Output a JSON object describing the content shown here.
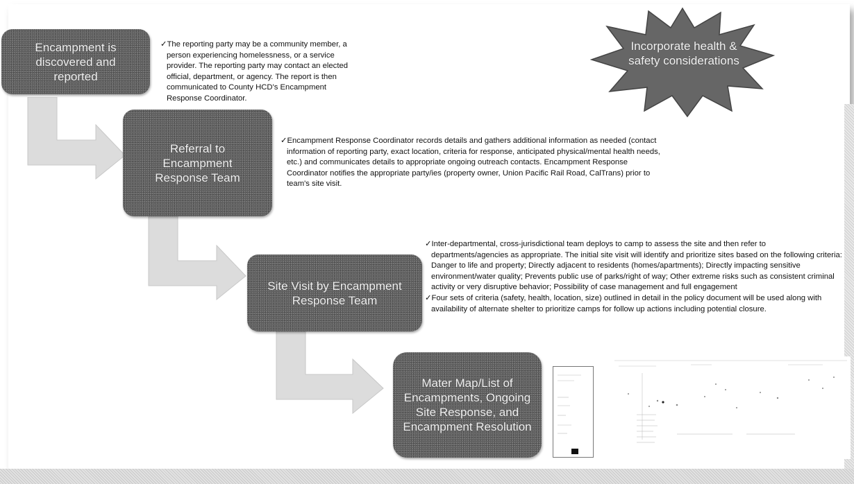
{
  "steps": [
    {
      "label": "Encampment is discovered and reported"
    },
    {
      "label": "Referral to Encampment Response Team"
    },
    {
      "label": "Site Visit by Encampment Response Team"
    },
    {
      "label": "Mater Map/List of Encampments, Ongoing Site Response, and Encampment Resolution"
    }
  ],
  "descriptions": {
    "step1": "✓The reporting party may be a community member, a person experiencing homelessness, or a service provider. The reporting party may contact an elected official, department, or agency. The report is then communicated to County HCD's Encampment Response Coordinator.",
    "step2": "✓Encampment Response Coordinator records details and gathers additional information as needed (contact information of reporting party, exact location, criteria for response, anticipated physical/mental health needs, etc.) and communicates details to appropriate ongoing outreach contacts. Encampment Response Coordinator notifies the appropriate party/ies (property owner, Union Pacific Rail Road, CalTrans) prior to team's site visit.",
    "step3a": "✓Inter-departmental, cross-jurisdictional team deploys to camp to assess the site and then refer to departments/agencies as appropriate. The initial site visit will identify and prioritize sites based on the following criteria: Danger to life and property; Directly adjacent to residents (homes/apartments); Directly impacting sensitive environment/water quality; Prevents public use of parks/right of way; Other extreme risks such as consistent criminal activity or very disruptive behavior; Possibility of case management and full engagement",
    "step3b": "✓Four sets of criteria (safety, health, location, size) outlined in detail in the policy document will be used along with availability of alternate shelter to prioritize camps for follow up actions including potential closure."
  },
  "callout": {
    "label": "Incorporate health & safety considerations"
  },
  "colors": {
    "box": "#5d5d5d",
    "arrow": "#d9d9d9",
    "text_light": "#f2f2f2"
  }
}
